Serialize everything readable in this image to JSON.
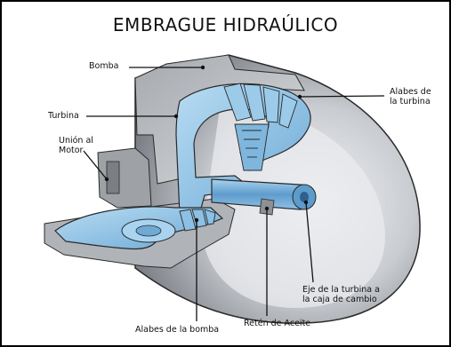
{
  "title": "EMBRAGUE HIDRAÚLICO",
  "labels": {
    "bomba": "Bomba",
    "turbina": "Turbina",
    "union_line1": "Unión al",
    "union_line2": "Motor",
    "alabes_turbina_line1": "Alabes de",
    "alabes_turbina_line2": "la turbina",
    "eje_line1": "Eje de la turbina a",
    "eje_line2": "la caja de cambio",
    "reten": "Retén de Aceite",
    "alabes_bomba": "Alabes de la bomba"
  },
  "colors": {
    "fluid": "#8ec3e6",
    "fluid_dark": "#3f7fb6",
    "housing": "#b9bcc1",
    "housing_dark": "#6b6e74",
    "outline": "#2a2a2a"
  }
}
